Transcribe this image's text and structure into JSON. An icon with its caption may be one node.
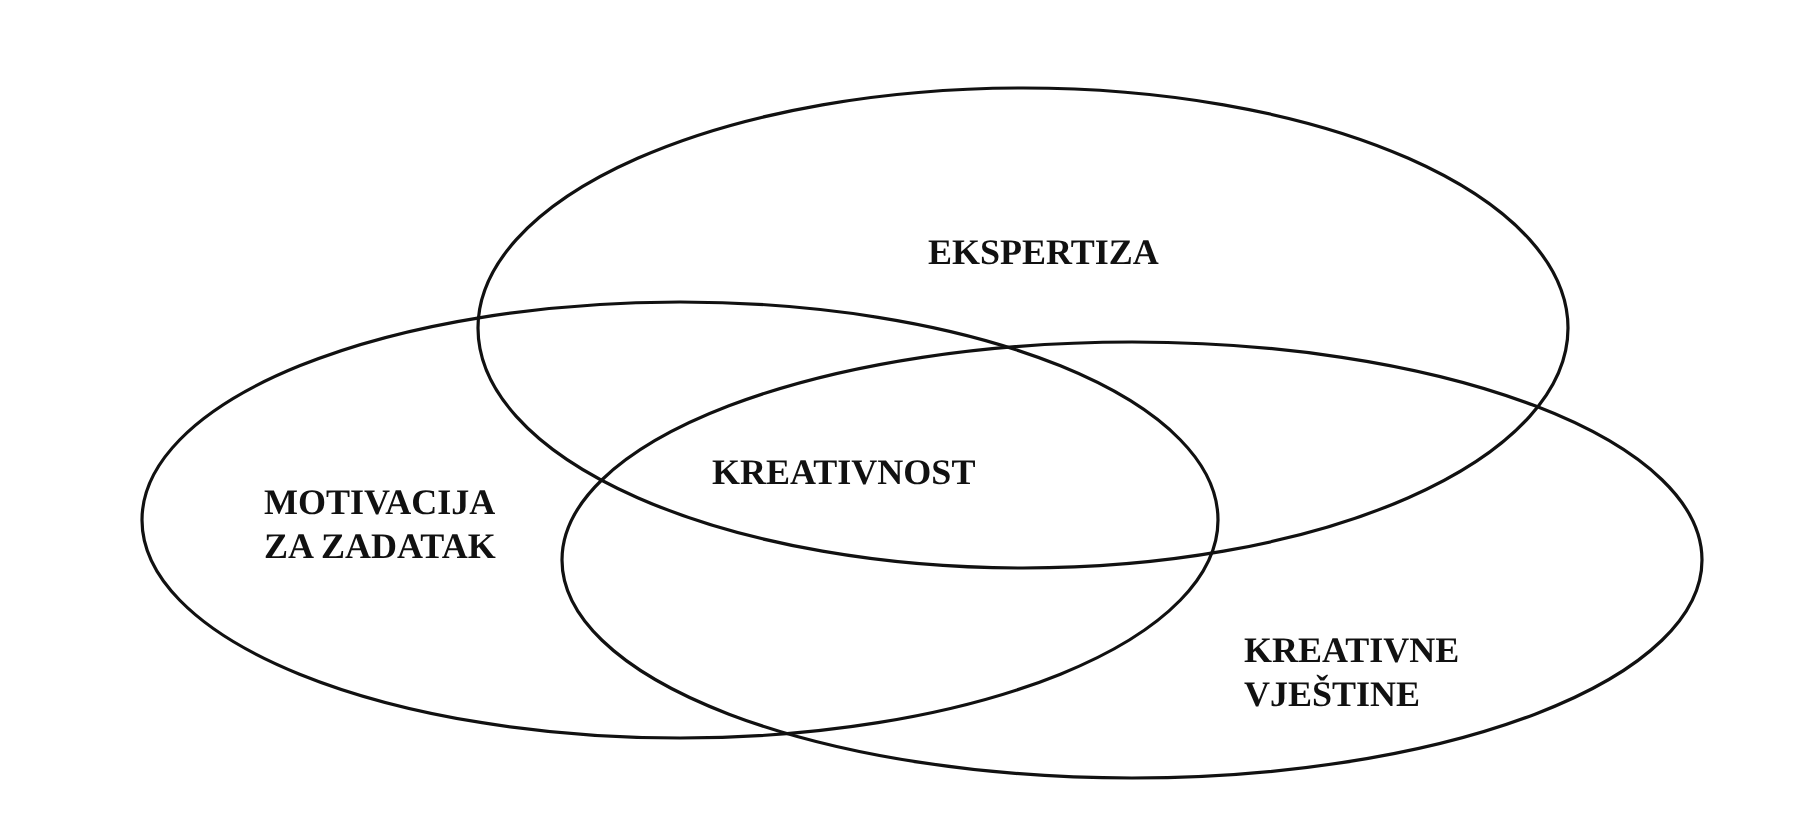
{
  "diagram": {
    "nodes": [
      {
        "text": [
          "EKSPERTIZA"
        ]
      },
      {
        "text": [
          "MOTIVACIJA ZA ZADATAK"
        ]
      },
      {
        "text": [
          "KREATIVNE VJEŠTINE"
        ]
      }
    ],
    "edges": [],
    "labels": [
      "KREATIVNOST"
    ]
  }
}
